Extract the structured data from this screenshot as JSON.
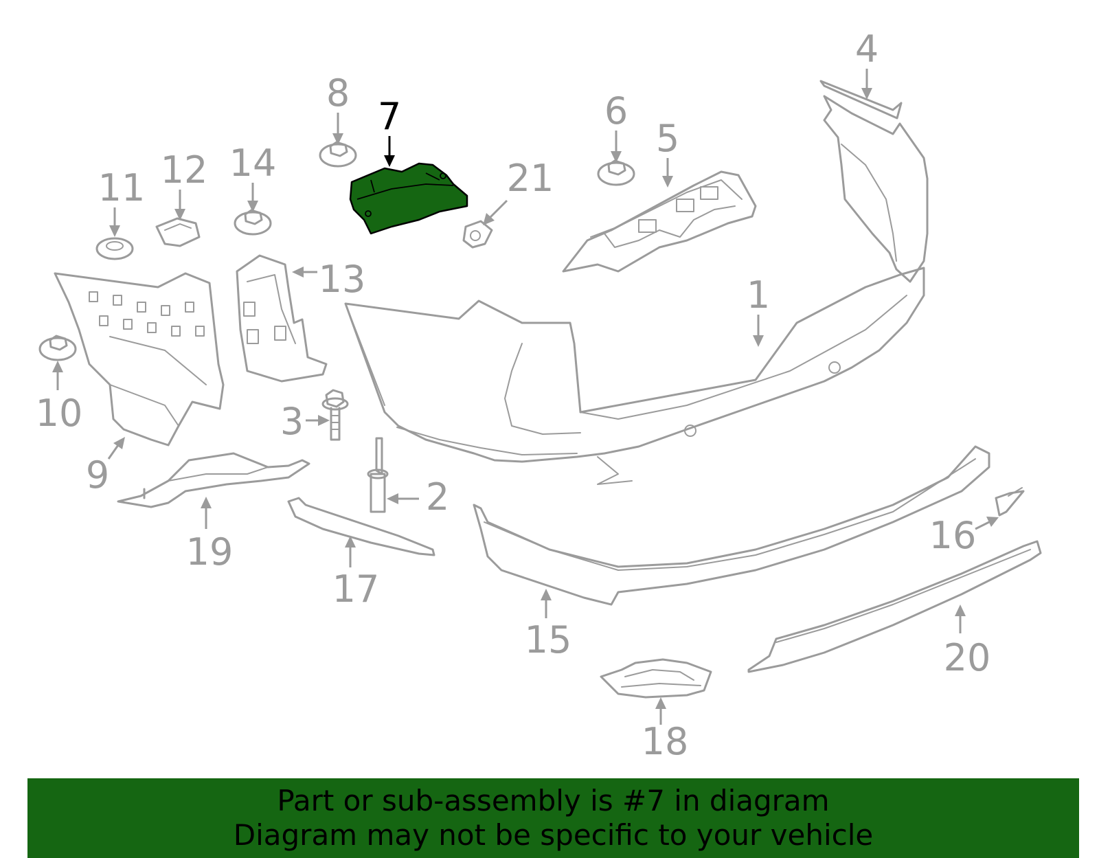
{
  "diagram": {
    "highlighted_part": "7",
    "highlight_color": "#156612",
    "line_color": "#9b9b9b",
    "callouts": [
      "1",
      "2",
      "3",
      "4",
      "5",
      "6",
      "7",
      "8",
      "9",
      "10",
      "11",
      "12",
      "13",
      "14",
      "15",
      "16",
      "17",
      "18",
      "19",
      "20",
      "21"
    ]
  },
  "banner": {
    "background_color": "#156612",
    "line1": "Part or sub-assembly is #7 in diagram",
    "line2": "Diagram may not be specific to your vehicle"
  }
}
